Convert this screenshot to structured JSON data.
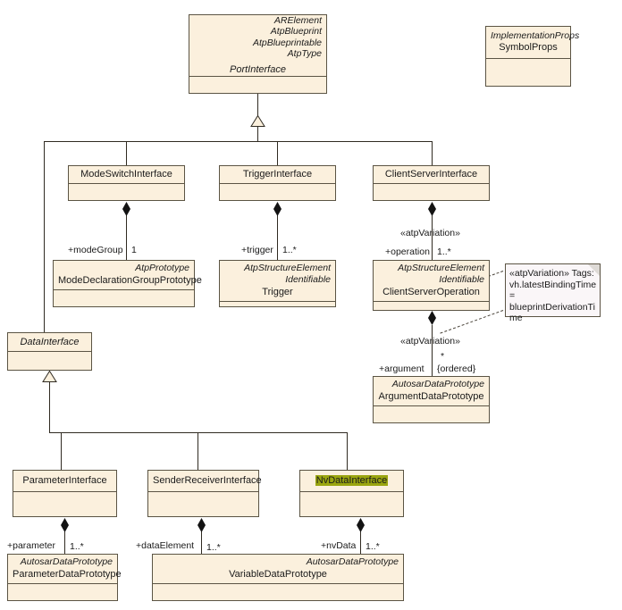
{
  "diagram": {
    "title": "PortInterface class hierarchy",
    "colors": {
      "class_fill": "#fbf0dd",
      "class_border": "#5b5444",
      "note_fill": "#faf6f8",
      "highlight": "#9aa50f",
      "line": "#302b22",
      "text": "#1a1a1a"
    }
  },
  "classes": {
    "port_interface": {
      "stereotypes": [
        "ARElement",
        "AtpBlueprint",
        "AtpBlueprintable",
        "AtpType"
      ],
      "name": "PortInterface",
      "abstract": true
    },
    "implementation_props": {
      "stereotypes": [
        "ImplementationProps"
      ],
      "name": "SymbolProps",
      "abstract": false
    },
    "mode_switch_interface": {
      "stereotypes": [],
      "name": "ModeSwitchInterface",
      "abstract": false
    },
    "trigger_interface": {
      "stereotypes": [],
      "name": "TriggerInterface",
      "abstract": false
    },
    "client_server_interface": {
      "stereotypes": [],
      "name": "ClientServerInterface",
      "abstract": false
    },
    "mode_declaration_group_prototype": {
      "stereotypes": [
        "AtpPrototype"
      ],
      "name": "ModeDeclarationGroupPrototype",
      "abstract": false
    },
    "trigger": {
      "stereotypes": [
        "AtpStructureElement",
        "Identifiable"
      ],
      "name": "Trigger",
      "abstract": false
    },
    "client_server_operation": {
      "stereotypes": [
        "AtpStructureElement",
        "Identifiable"
      ],
      "name": "ClientServerOperation",
      "abstract": false
    },
    "argument_data_prototype": {
      "stereotypes": [
        "AutosarDataPrototype"
      ],
      "name": "ArgumentDataPrototype",
      "abstract": false
    },
    "data_interface": {
      "stereotypes": [],
      "name": "DataInterface",
      "abstract": true
    },
    "parameter_interface": {
      "stereotypes": [],
      "name": "ParameterInterface",
      "abstract": false
    },
    "sender_receiver_interface": {
      "stereotypes": [],
      "name": "SenderReceiverInterface",
      "abstract": false
    },
    "nv_data_interface": {
      "stereotypes": [],
      "name": "NvDataInterface",
      "abstract": false,
      "highlighted": true
    },
    "parameter_data_prototype": {
      "stereotypes": [
        "AutosarDataPrototype"
      ],
      "name": "ParameterDataPrototype",
      "abstract": false
    },
    "variable_data_prototype": {
      "stereotypes": [
        "AutosarDataPrototype"
      ],
      "name": "VariableDataPrototype",
      "abstract": false
    }
  },
  "associations": {
    "mode_group": {
      "role": "+modeGroup",
      "multiplicity": "1"
    },
    "trigger": {
      "role": "+trigger",
      "multiplicity": "1..*"
    },
    "operation": {
      "role": "+operation",
      "multiplicity": "1..*",
      "stereotype": "«atpVariation»"
    },
    "argument": {
      "role": "+argument",
      "multiplicity": "*",
      "constraint": "{ordered}",
      "stereotype": "«atpVariation»"
    },
    "parameter": {
      "role": "+parameter",
      "multiplicity": "1..*"
    },
    "data_element": {
      "role": "+dataElement",
      "multiplicity": "1..*"
    },
    "nv_data": {
      "role": "+nvData",
      "multiplicity": "1..*"
    }
  },
  "note": {
    "text": "«atpVariation» Tags: vh.latestBindingTime = blueprintDerivationTime"
  }
}
